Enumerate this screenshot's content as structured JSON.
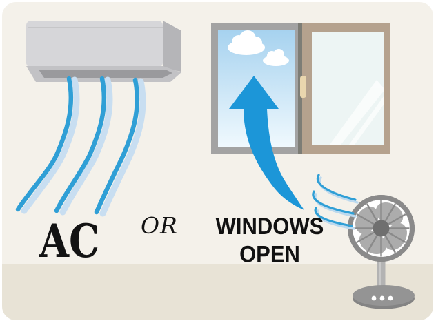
{
  "scene": {
    "description": "Illustration comparing cooling a room with an air conditioner versus opening windows and using a standing fan"
  },
  "labels": {
    "ac": "AC",
    "or": "OR",
    "windows_line1": "WINDOWS",
    "windows_line2": "OPEN"
  },
  "colors": {
    "wall": "#f4f1ea",
    "floor": "#e8e3d6",
    "arrow_blue": "#1c96d8",
    "airflow_blue": "#2f9fd6",
    "airflow_light": "#c8def1",
    "sky_top": "#a6d2ef",
    "sky_bottom": "#f0f9fe",
    "cloud_white": "#ffffff",
    "window_frame_gray": "#a3a3a3",
    "window_frame_tan": "#b5a28e",
    "window_glass": "#edf5f4",
    "window_handle": "#e9d6ae",
    "ac_body": "#d6d6d9",
    "ac_side": "#bbbbbe",
    "ac_vent": "#c2c2c5",
    "ac_vent_slot": "#9a9a9d",
    "fan_frame": "#8a8a8a",
    "fan_blades": "#acacac",
    "fan_hub": "#6f6f6f",
    "fan_pole": "#b3b3b3",
    "fan_base": "#8e8e8e",
    "text": "#131313"
  }
}
